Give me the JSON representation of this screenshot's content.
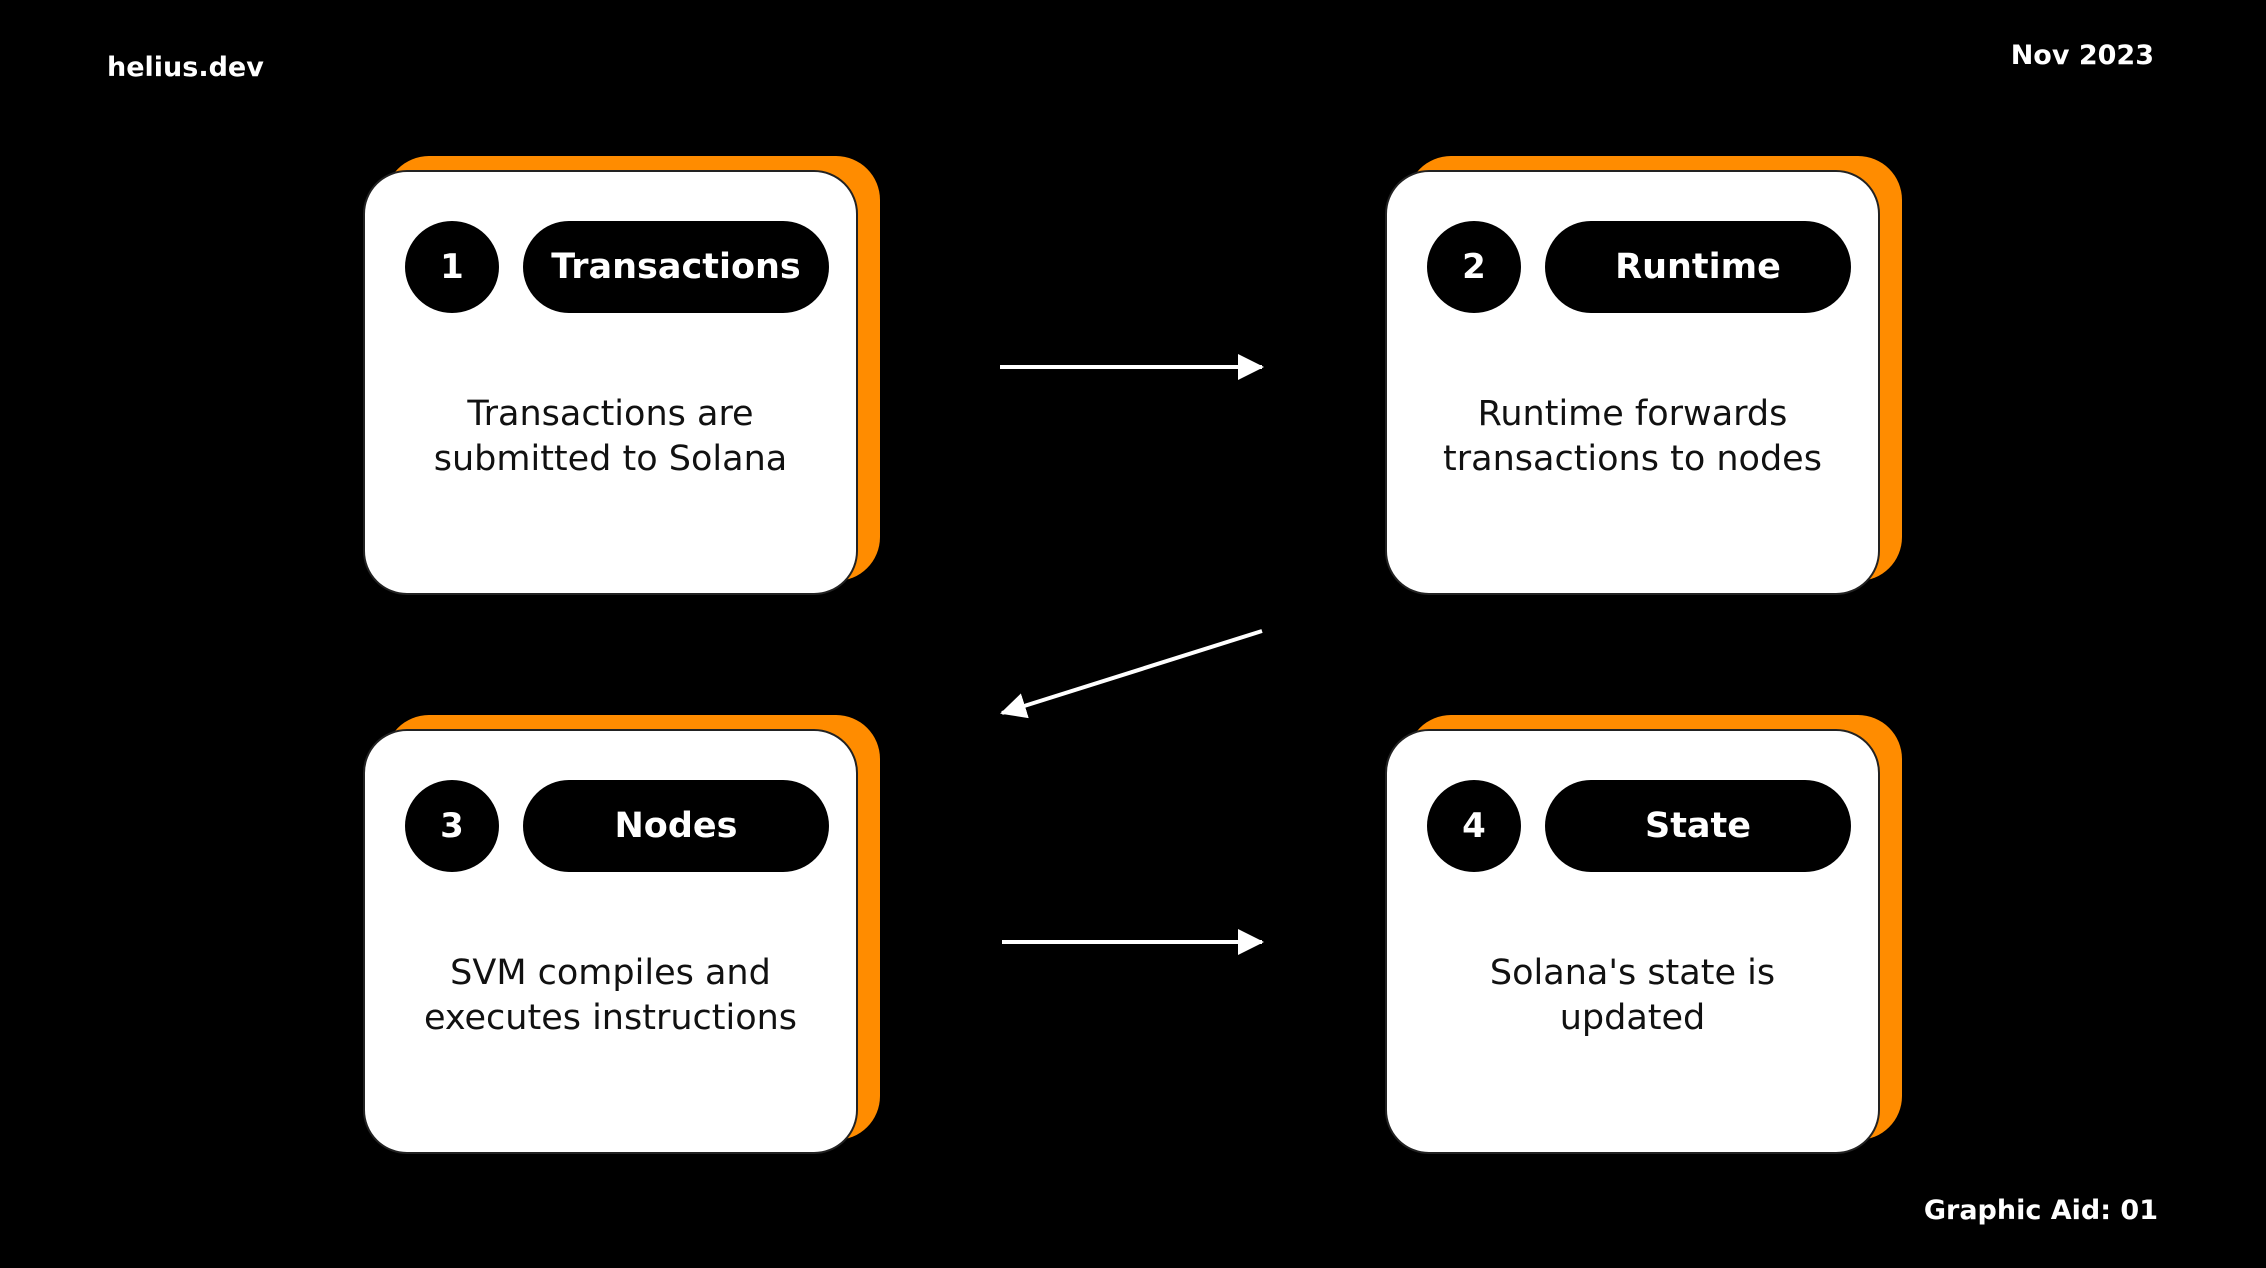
{
  "header": {
    "brand": "helius.dev",
    "date": "Nov 2023"
  },
  "footer": {
    "label": "Graphic Aid: 01"
  },
  "colors": {
    "background": "#000000",
    "accent": "#ff8c00",
    "card": "#ffffff",
    "pill": "#000000"
  },
  "steps": [
    {
      "number": "1",
      "title": "Transactions",
      "description": "Transactions are\nsubmitted to Solana"
    },
    {
      "number": "2",
      "title": "Runtime",
      "description": "Runtime forwards\ntransactions to nodes"
    },
    {
      "number": "3",
      "title": "Nodes",
      "description": "SVM compiles and\nexecutes instructions"
    },
    {
      "number": "4",
      "title": "State",
      "description": "Solana's state is\nupdated"
    }
  ],
  "arrows": [
    {
      "from": "1",
      "to": "2"
    },
    {
      "from": "2",
      "to": "3"
    },
    {
      "from": "3",
      "to": "4"
    }
  ]
}
